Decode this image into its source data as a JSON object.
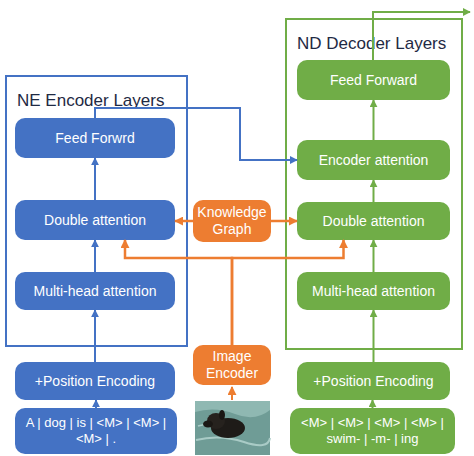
{
  "diagram": {
    "nodes": [
      {
        "text": [
          "NE Encoder Layers"
        ]
      },
      {
        "text": [
          "Feed Forwrd"
        ],
        "in": 0
      },
      {
        "text": [
          "Double attention"
        ],
        "in": 0
      },
      {
        "text": [
          "Multi-head attention"
        ],
        "in": 0
      },
      {
        "text": [
          "Knowledge Graph"
        ]
      },
      {
        "text": [
          "ND Decoder Layers"
        ]
      },
      {
        "text": [
          "Feed Forward"
        ],
        "in": 5
      },
      {
        "text": [
          "Encoder attention"
        ],
        "in": 5
      },
      {
        "text": [
          "Double attention"
        ],
        "in": 5
      },
      {
        "text": [
          "Multi-head attention"
        ],
        "in": 5
      },
      {
        "text": [
          "+Position Encoding"
        ]
      },
      {
        "text": [
          "Image Encoder"
        ]
      },
      {
        "text": [
          "+Position Encoding"
        ]
      },
      {
        "text": [
          "A | dog | is | <M> | <M> | <M> | ."
        ]
      },
      {
        "text": [
          "<M> | <M> | <M> | <M> | swim- | -m- | ing"
        ]
      }
    ],
    "edges": [
      {
        "from": 13,
        "to": 10,
        "arrow": "to"
      },
      {
        "from": 10,
        "to": 3,
        "arrow": "to"
      },
      {
        "from": 3,
        "to": 2,
        "arrow": "to"
      },
      {
        "from": 2,
        "to": 1,
        "arrow": "to"
      },
      {
        "from": 1,
        "to": 7,
        "arrow": "to"
      },
      {
        "from": 4,
        "to": 2,
        "arrow": "to"
      },
      {
        "from": 4,
        "to": 8,
        "arrow": "to"
      },
      {
        "from": 11,
        "to": 2,
        "arrow": "to"
      },
      {
        "from": 11,
        "to": 8,
        "arrow": "to"
      },
      {
        "from": 14,
        "to": 12,
        "arrow": "to"
      },
      {
        "from": 12,
        "to": 9,
        "arrow": "to"
      },
      {
        "from": 9,
        "to": 8,
        "arrow": "to"
      },
      {
        "from": 8,
        "to": 7,
        "arrow": "to"
      },
      {
        "from": 7,
        "to": 6,
        "arrow": "to"
      }
    ]
  }
}
